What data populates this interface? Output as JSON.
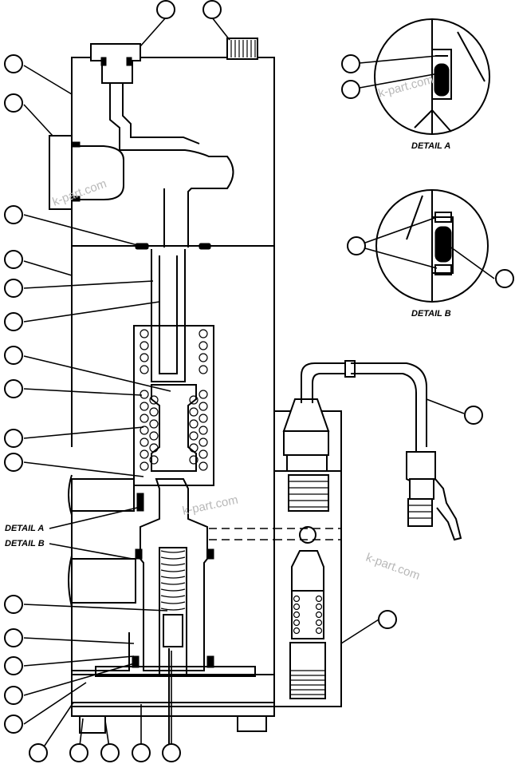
{
  "labels": {
    "detail_a_heading": "DETAIL A",
    "detail_b_heading": "DETAIL B",
    "detail_a_pointer": "DETAIL A",
    "detail_b_pointer": "DETAIL B"
  },
  "watermarks": [
    "k-part.com",
    "k-part.com",
    "k-part.com",
    "k-part.com"
  ]
}
